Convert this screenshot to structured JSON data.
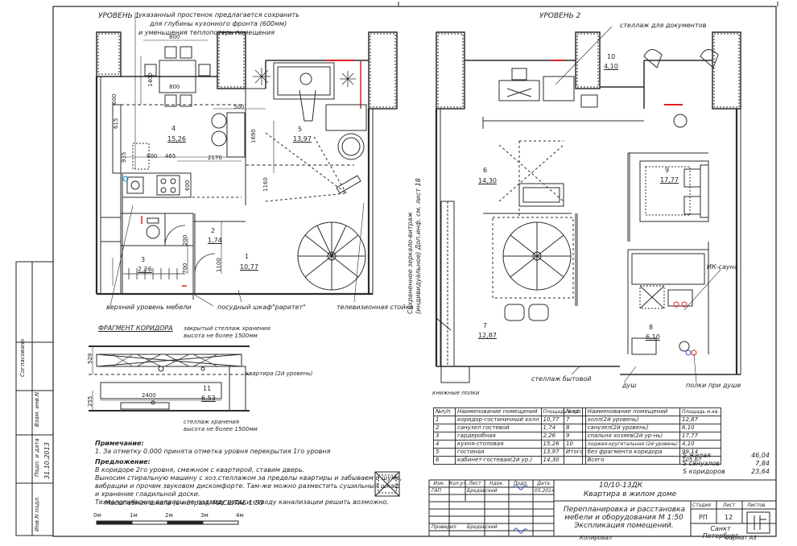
{
  "level1": {
    "title": "УРОВЕНЬ 1",
    "note_top_lines": [
      "указанный простенок предлагается сохранить",
      "для глубины кухонного фронта (600мм)",
      "и уменьшения теплопотерь помещения"
    ],
    "rooms": [
      {
        "num": "1",
        "area": "10,77"
      },
      {
        "num": "2",
        "area": "1,74"
      },
      {
        "num": "3",
        "area": "2,26"
      },
      {
        "num": "4",
        "area": "15,26"
      },
      {
        "num": "5",
        "area": "13,97"
      }
    ],
    "dims": [
      "800",
      "800",
      "1400",
      "600",
      "500",
      "2170",
      "465",
      "800",
      "615",
      "935",
      "600",
      "1160",
      "1100",
      "200",
      "700",
      "1690"
    ],
    "callouts": [
      "верхний уровень мебели",
      "посудный шкаф\"раритет\"",
      "телевизионная стойка"
    ]
  },
  "level2": {
    "title": "УРОВЕНЬ 2",
    "rooms": [
      {
        "num": "6",
        "area": "14,30"
      },
      {
        "num": "7",
        "area": "12,87"
      },
      {
        "num": "8",
        "area": "6,10"
      },
      {
        "num": "9",
        "area": "17,77"
      },
      {
        "num": "10",
        "area": "4,10"
      }
    ],
    "callouts": [
      "стеллаж для документов",
      "ИК-сауна",
      "стеллаж бытовой",
      "душ",
      "полки при душе",
      "книжные полки"
    ],
    "vertical_note": "Сохраненное зеркало-витраж (индивидуальное) Доп.инф. см. лист 18"
  },
  "fragment": {
    "title": "ФРАГМЕНТ КОРИДОРА",
    "note_top_lines": [
      "закрытый стеллаж хранения",
      "высота не более 1500мм"
    ],
    "note_bottom_lines": [
      "стеллаж хранения",
      "высота не более 1500мм"
    ],
    "room": {
      "num": "11",
      "area": "6,53"
    },
    "label": "квартира (2й уровень)",
    "dims": [
      "529",
      "255",
      "2400"
    ]
  },
  "notes": {
    "title": "Примечание:",
    "text": "1. За отметку 0.000 принята отметка уровня перекрытия 1го уровня",
    "proposal_title": "Предложение:",
    "proposal_lines": [
      "В коридоре 2го уровня, смежном с квартирой, ставим дверь.",
      "Выносим стиральную машину с хоз.стеллажом за пределы квартиры и забываем о шуме,",
      "вибрации и прочем звуковом дискомфорте. Там-же можно разместить сушильный шкаф",
      "и хранение гладильной доски.",
      "Технологические вопросы по подводу воды и отводу канализации решить возможно."
    ]
  },
  "scale": {
    "title": "Масштабная шкала (в метрах). МАСШТАБ 1:50",
    "ticks": [
      "0м",
      "1м",
      "2м",
      "3м",
      "4м"
    ]
  },
  "explication": {
    "headers": [
      "№n/n",
      "Наименование помещений",
      "Площадь м.кв."
    ],
    "left": [
      {
        "n": "1",
        "name": "коридор-гостиничный холл",
        "area": "10,77"
      },
      {
        "n": "2",
        "name": "санузел гостевой",
        "area": "1,74"
      },
      {
        "n": "3",
        "name": "гардеробная",
        "area": "2,26"
      },
      {
        "n": "4",
        "name": "кухня-столовая",
        "area": "15,26"
      },
      {
        "n": "5",
        "name": "гостиная",
        "area": "13,97"
      },
      {
        "n": "6",
        "name": "кабинет-гостевая(2й ур.)",
        "area": "14,30"
      }
    ],
    "right": [
      {
        "n": "7",
        "name": "холл(2й уровень)",
        "area": "12,87"
      },
      {
        "n": "8",
        "name": "санузел(2й уровень)",
        "area": "6,10"
      },
      {
        "n": "9",
        "name": "спальня хозяев(2й ур-нь)",
        "area": "17,77"
      },
      {
        "n": "10",
        "name": "лоджия-кругитальная (2й уровень)",
        "area": "4,10"
      },
      {
        "n": "Итого",
        "name": "без фрагмента коридора",
        "area": "99,14"
      },
      {
        "n": "",
        "name": "Всего",
        "area": "105,67"
      }
    ],
    "summary": [
      {
        "label": "S жилая",
        "value": "46,04"
      },
      {
        "label": "S санузлов",
        "value": "7,84"
      },
      {
        "label": "S коридоров",
        "value": "23,64"
      }
    ]
  },
  "title_block": {
    "cols": [
      "Изм.",
      "Кол.уч.",
      "Лист",
      "Ндок.",
      "Подп.",
      "Дата"
    ],
    "gap": "ГАП",
    "gap_name": "Бродовский",
    "date": "05.2014",
    "checker_role": "Проверил",
    "checker_name": "Бродовский",
    "code": "10/10-13ДК",
    "object": "Квартира в жилом доме",
    "sheet_title_lines": [
      "Перепланировка и расстановка",
      "мебели и оборудования М 1:50",
      "Экспликация помещений."
    ],
    "stage_h": "Стадия",
    "sheet_h": "Лист",
    "sheets_h": "Листов",
    "stage": "РП",
    "sheet": "12",
    "city_lines": [
      "Санкт",
      "Петербург"
    ],
    "copied": "Копировал",
    "format": "Формат А3"
  },
  "side_stamp": {
    "agreed": "Согласовано",
    "inv": "Взам. инв.N",
    "sign_date": "Подп. и дата",
    "sign_date_value": "31.10.2013",
    "inv_orig": "Инв.N подл."
  },
  "colors": {
    "line": "#2b2b2b",
    "red": "#e02020",
    "grid": "#777777"
  }
}
